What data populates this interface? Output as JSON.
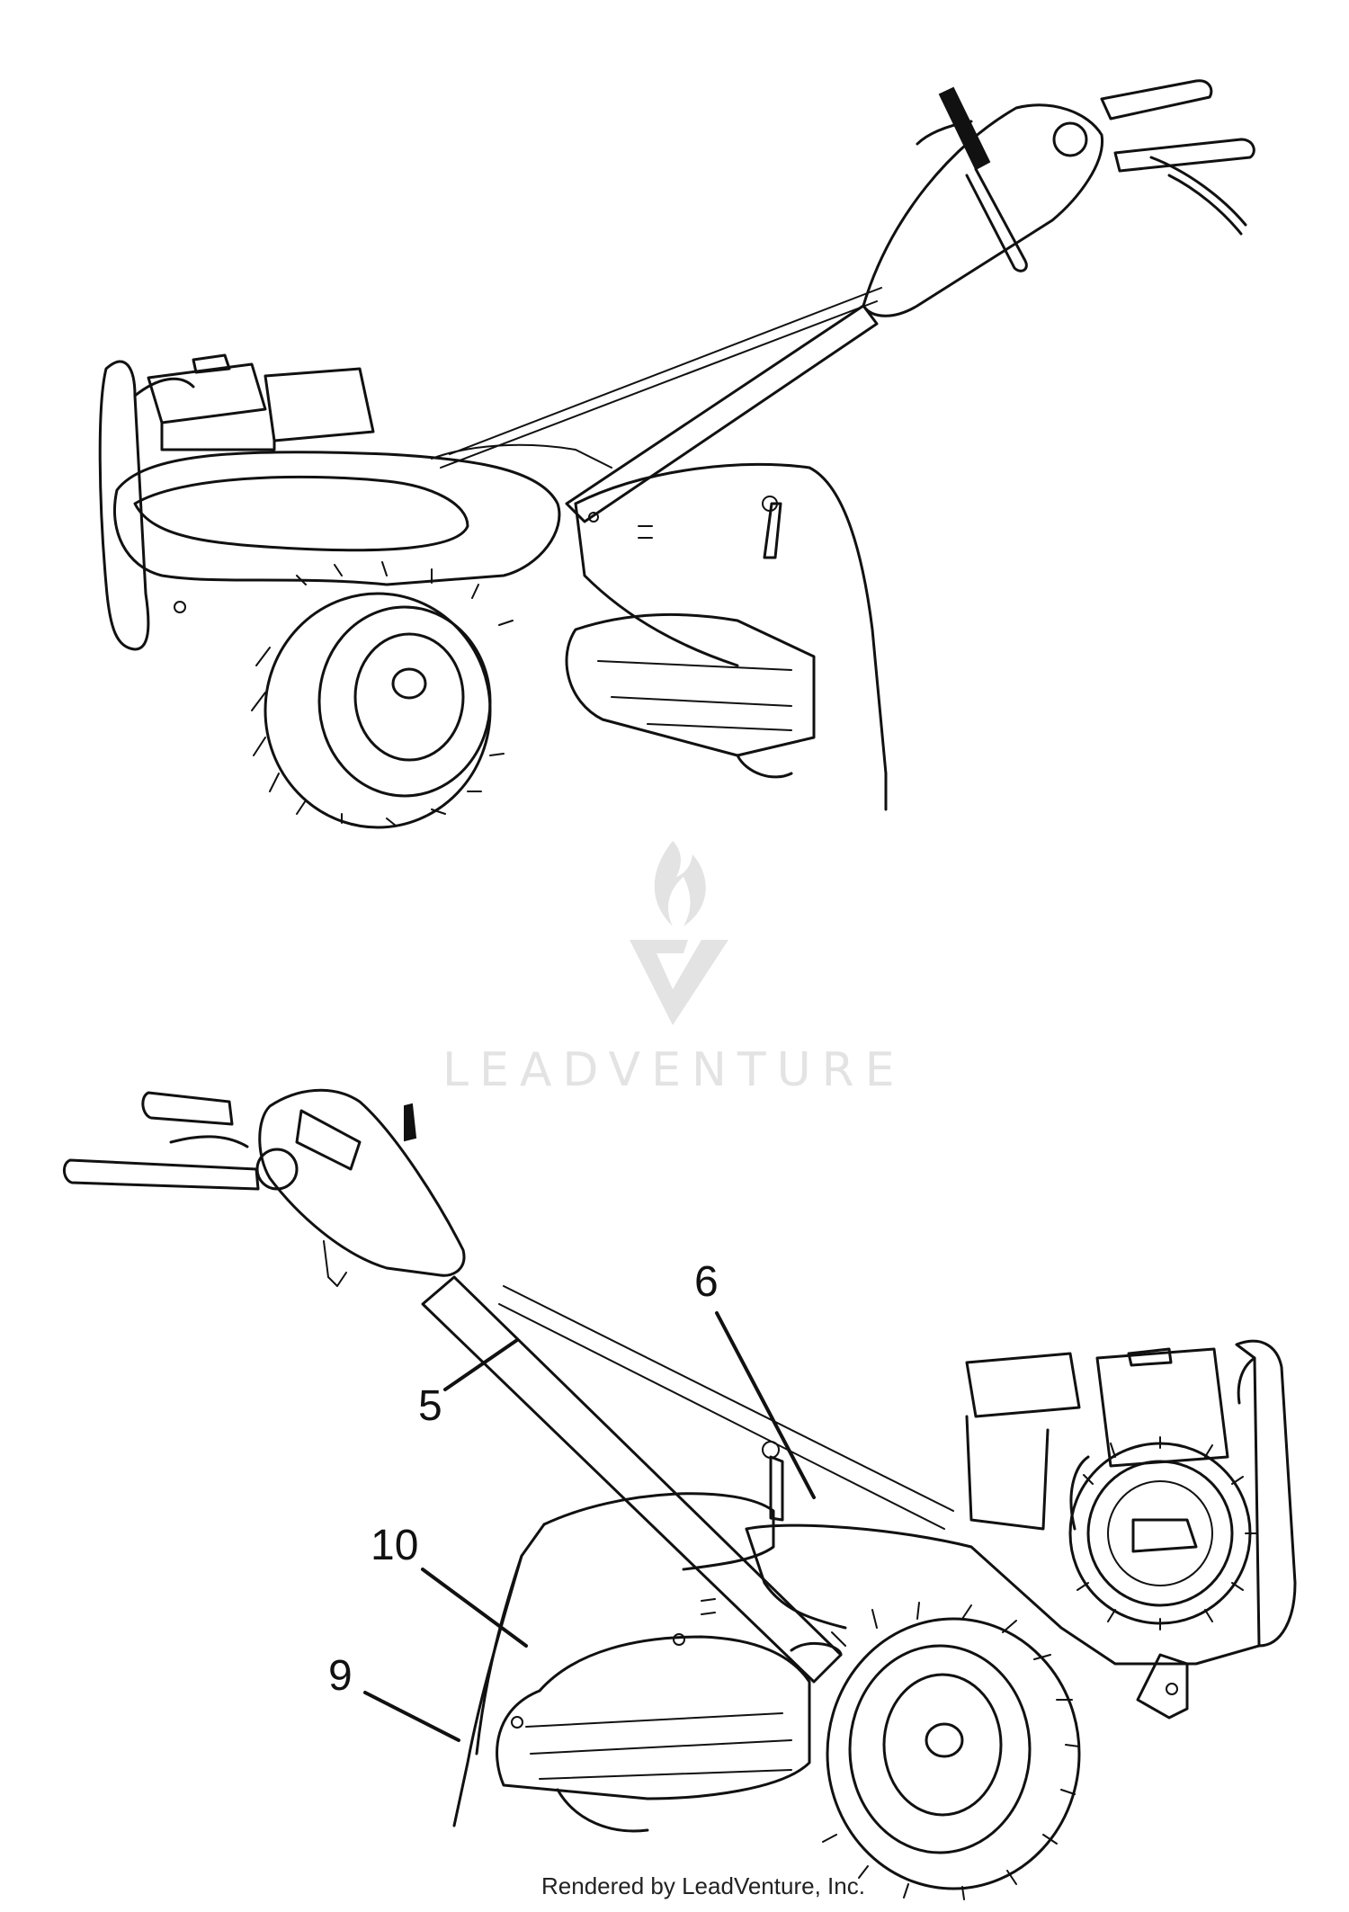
{
  "callouts": [
    {
      "label": "5"
    },
    {
      "label": "6"
    },
    {
      "label": "10"
    },
    {
      "label": "9"
    }
  ],
  "watermark": {
    "text": "LEADVENTURE",
    "icon": "flame-v-logo-icon",
    "color": "#e3e3e3"
  },
  "footer": {
    "text": "Rendered by LeadVenture, Inc."
  }
}
